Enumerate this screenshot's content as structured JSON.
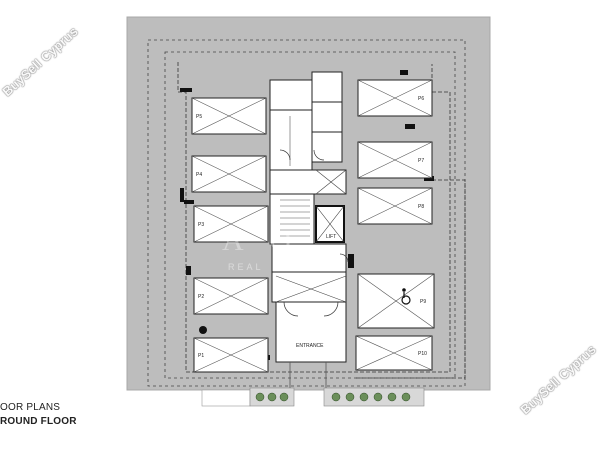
{
  "plan": {
    "site_color": "#bdbdbd",
    "floor_color": "#c8c8c8",
    "core_color": "#ffffff",
    "parking_spaces": [
      {
        "label": "P1"
      },
      {
        "label": "P2"
      },
      {
        "label": "P3"
      },
      {
        "label": "P4"
      },
      {
        "label": "P5"
      },
      {
        "label": "P6"
      },
      {
        "label": "P7"
      },
      {
        "label": "P8"
      },
      {
        "label": "P9"
      },
      {
        "label": "P10"
      }
    ],
    "lift_label": "LIFT",
    "entrance_label": "ENTRANCE",
    "title_line1": "OOR PLANS",
    "title_line2": "ROUND FLOOR"
  },
  "watermarks": {
    "text": "BuySell Cyprus",
    "brand": "A  O",
    "brand_sub": "REAL"
  }
}
